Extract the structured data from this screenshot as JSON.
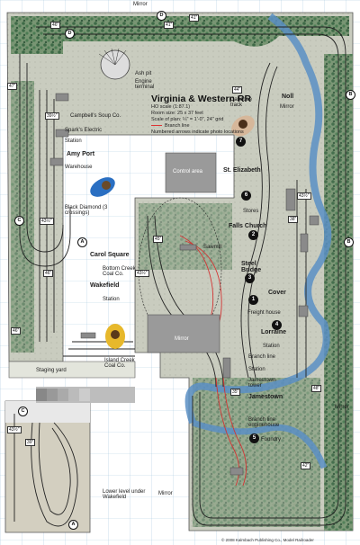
{
  "title": "Virginia & Western RR",
  "specs": [
    "HO scale (1:87.1)",
    "Room size: 25 x 37 feet",
    "Scale of plan: ¼\" = 1'-0\", 24\" grid",
    "Branch line",
    "Numbered arrows indicate photo locations"
  ],
  "places": {
    "campbells": "Campbell's Soup Co.",
    "sparks": "Spark's Electric",
    "station_top": "Station",
    "amy_port": "Amy Port",
    "warehouse": "Warehouse",
    "black_diamond": "Black Diamond (3 crossings)",
    "carol_square": "Carol Square",
    "bottom_creek": "Bottom Creek Coal Co.",
    "wakefield": "Wakefield",
    "station_wake": "Station",
    "staging": "Staging yard",
    "island_creek": "Island Creek Coal Co.",
    "ash_pit": "Ash pit",
    "engine_terminal": "Engine terminal",
    "caboose": "Caboose track",
    "noll": "Noll",
    "mirror_noll": "Mirror",
    "control": "Control area",
    "st_elizabeth": "St. Elizabeth",
    "stores": "Stores",
    "falls_church": "Falls Church",
    "sawmill": "Sawmill",
    "steel_bridge": "Steel Bridge",
    "cover": "Cover",
    "freight_house": "Freight house",
    "lorraine": "Lorraine",
    "station_lor": "Station",
    "mirror_center": "Mirror",
    "branch_line": "Branch line",
    "station_jam": "Station",
    "jamestown_tower": "Jamestown tower",
    "jamestown": "Jamestown",
    "branch_engine": "Branch line enginehouse",
    "foundry": "Foundry",
    "mirror_top": "Mirror",
    "mirror_right": "Mirror",
    "mirror_bottom": "Mirror",
    "lower_level": "Lower level under Wakefield"
  },
  "grades": [
    "46\"",
    "41\"",
    "47\"",
    "39½\"",
    "44\"",
    "43½\"",
    "43½\"",
    "46\"",
    "43½\"",
    "45\"",
    "38\"",
    "48\"",
    "35\"",
    "42\"",
    "43½\"",
    "39\"",
    "46\"",
    "41\""
  ],
  "letters": [
    "D",
    "D",
    "C",
    "C",
    "A",
    "A",
    "B",
    "B"
  ],
  "photo_numbers": [
    "1",
    "2",
    "3",
    "4",
    "5",
    "6",
    "7"
  ],
  "copyright": "© 2008 Kalmbach Publishing Co., Model Railroader",
  "colors": {
    "grid": "#aac9e0",
    "benchwork": "#d6d9cc",
    "trees": "#2f5f3a",
    "water": "#5a8fc4",
    "branch": "#d33333",
    "track": "#222222"
  }
}
